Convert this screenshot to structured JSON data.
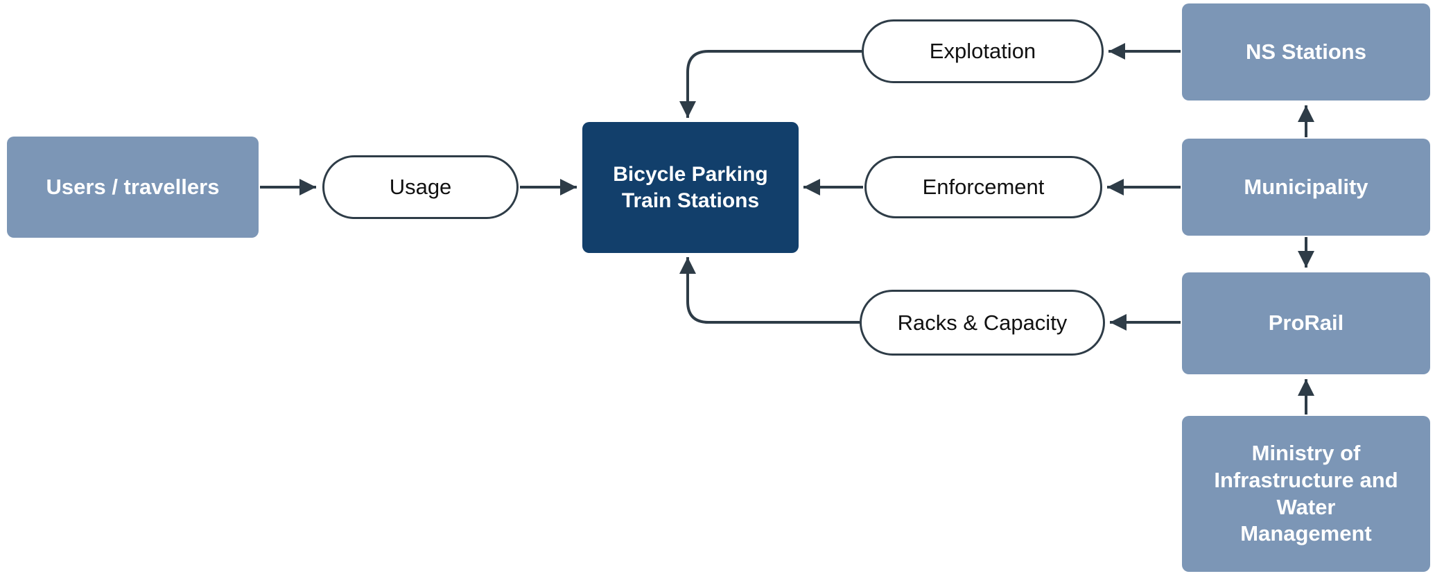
{
  "diagram": {
    "nodes": {
      "users": {
        "label": "Users / travellers"
      },
      "usage": {
        "label": "Usage"
      },
      "bicycle": {
        "label": "Bicycle Parking Train Stations"
      },
      "explotation": {
        "label": "Explotation"
      },
      "enforcement": {
        "label": "Enforcement"
      },
      "racks": {
        "label": "Racks & Capacity"
      },
      "ns_stations": {
        "label": "NS Stations"
      },
      "municipality": {
        "label": "Municipality"
      },
      "prorail": {
        "label": "ProRail"
      },
      "ministry": {
        "label": "Ministry of Infrastructure and Water Management"
      }
    },
    "colors": {
      "entity_fill": "#7C96B6",
      "central_fill": "#123F6B",
      "pill_fill": "#FFFFFF",
      "pill_border": "#2E3C47",
      "arrow": "#2E3C47",
      "entity_text": "#FFFFFF",
      "pill_text": "#111111"
    }
  }
}
